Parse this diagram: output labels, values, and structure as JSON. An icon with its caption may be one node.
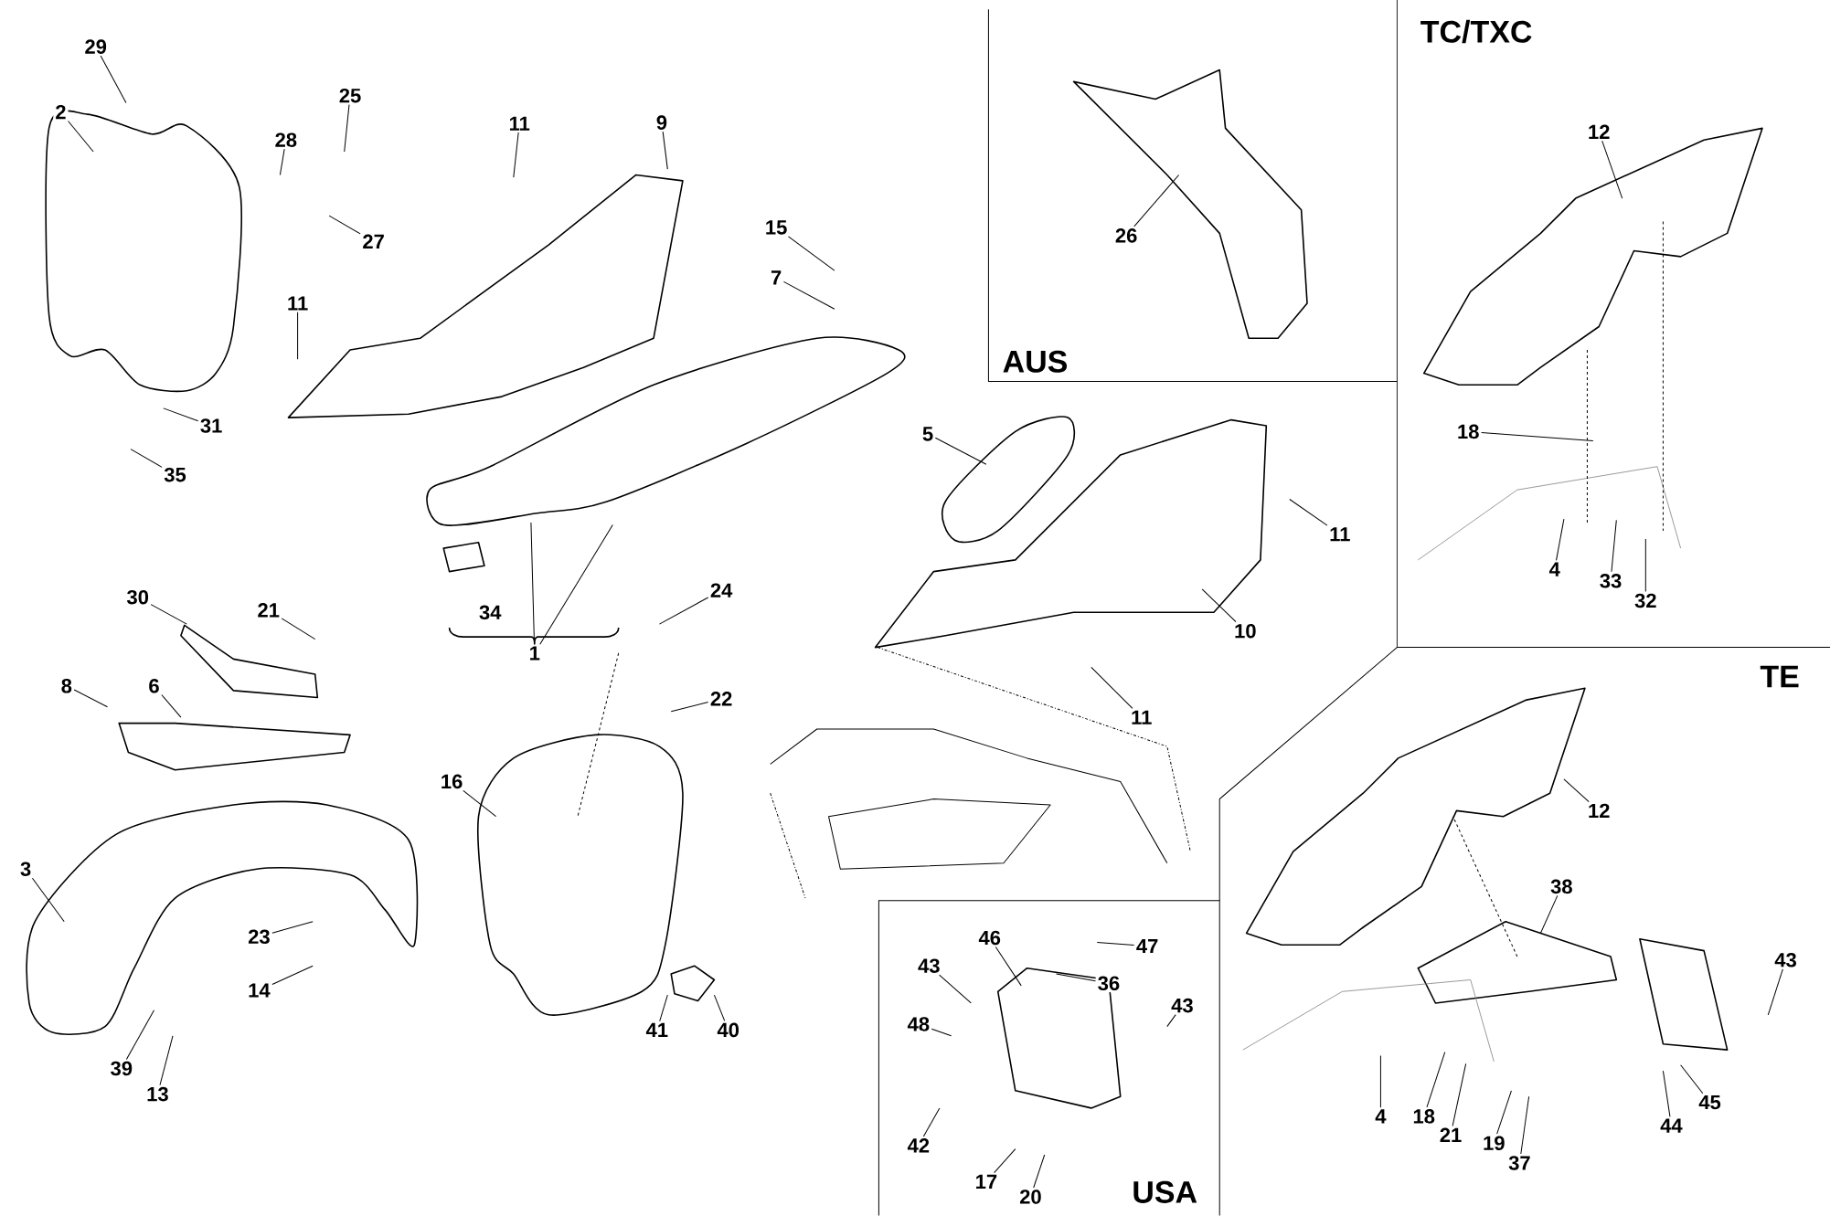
{
  "diagram": {
    "nodes": [
      {
        "text": [
          "29"
        ]
      },
      {
        "text": [
          "2"
        ]
      },
      {
        "text": [
          "25"
        ]
      },
      {
        "text": [
          "28"
        ]
      },
      {
        "text": [
          "27"
        ]
      },
      {
        "text": [
          "31"
        ]
      },
      {
        "text": [
          "35"
        ]
      },
      {
        "text": [
          "11"
        ]
      },
      {
        "text": [
          "9"
        ]
      },
      {
        "text": [
          "11"
        ]
      },
      {
        "text": [
          "15"
        ]
      },
      {
        "text": [
          "7"
        ]
      },
      {
        "text": [
          "1"
        ]
      },
      {
        "text": [
          "30"
        ]
      },
      {
        "text": [
          "21"
        ]
      },
      {
        "text": [
          "8"
        ]
      },
      {
        "text": [
          "6"
        ]
      },
      {
        "text": [
          "3"
        ]
      },
      {
        "text": [
          "23"
        ]
      },
      {
        "text": [
          "14"
        ]
      },
      {
        "text": [
          "39"
        ]
      },
      {
        "text": [
          "13"
        ]
      },
      {
        "text": [
          "24"
        ]
      },
      {
        "text": [
          "22"
        ]
      },
      {
        "text": [
          "16"
        ]
      },
      {
        "text": [
          "41"
        ]
      },
      {
        "text": [
          "40"
        ]
      },
      {
        "text": [
          "5"
        ]
      },
      {
        "text": [
          "11"
        ]
      },
      {
        "text": [
          "10"
        ]
      },
      {
        "text": [
          "11"
        ]
      },
      {
        "text": [
          "26"
        ]
      },
      {
        "text": [
          "12"
        ]
      },
      {
        "text": [
          "18"
        ]
      },
      {
        "text": [
          "4"
        ]
      },
      {
        "text": [
          "33"
        ]
      },
      {
        "text": [
          "32"
        ]
      },
      {
        "text": [
          "12"
        ]
      },
      {
        "text": [
          "38"
        ]
      },
      {
        "text": [
          "4"
        ]
      },
      {
        "text": [
          "18"
        ]
      },
      {
        "text": [
          "21"
        ]
      },
      {
        "text": [
          "19"
        ]
      },
      {
        "text": [
          "37"
        ]
      },
      {
        "text": [
          "44"
        ]
      },
      {
        "text": [
          "45"
        ]
      },
      {
        "text": [
          "43"
        ]
      },
      {
        "text": [
          "43"
        ]
      },
      {
        "text": [
          "46"
        ]
      },
      {
        "text": [
          "47"
        ]
      },
      {
        "text": [
          "36"
        ]
      },
      {
        "text": [
          "43"
        ]
      },
      {
        "text": [
          "48"
        ]
      },
      {
        "text": [
          "42"
        ]
      },
      {
        "text": [
          "17"
        ]
      },
      {
        "text": [
          "20"
        ]
      }
    ],
    "edges": [
      {
        "from": 0,
        "to": null,
        "arrow": "none"
      },
      {
        "from": 1,
        "to": null,
        "arrow": "none"
      },
      {
        "from": 2,
        "to": null,
        "arrow": "none"
      },
      {
        "from": 3,
        "to": null,
        "arrow": "none"
      },
      {
        "from": 4,
        "to": null,
        "arrow": "none"
      },
      {
        "from": 5,
        "to": null,
        "arrow": "none"
      },
      {
        "from": 6,
        "to": null,
        "arrow": "none"
      },
      {
        "from": 7,
        "to": null,
        "arrow": "none"
      },
      {
        "from": 8,
        "to": null,
        "arrow": "none"
      },
      {
        "from": 9,
        "to": null,
        "arrow": "none"
      },
      {
        "from": 10,
        "to": null,
        "arrow": "none"
      },
      {
        "from": 11,
        "to": null,
        "arrow": "none"
      },
      {
        "from": 12,
        "to": null,
        "arrow": "none"
      },
      {
        "from": 12,
        "to": null,
        "arrow": "none"
      },
      {
        "from": 13,
        "to": null,
        "arrow": "none"
      },
      {
        "from": 14,
        "to": null,
        "arrow": "none"
      },
      {
        "from": 15,
        "to": null,
        "arrow": "none"
      },
      {
        "from": 16,
        "to": null,
        "arrow": "none"
      },
      {
        "from": 17,
        "to": null,
        "arrow": "none"
      },
      {
        "from": 18,
        "to": null,
        "arrow": "none"
      },
      {
        "from": 19,
        "to": null,
        "arrow": "none"
      },
      {
        "from": 20,
        "to": null,
        "arrow": "none"
      },
      {
        "from": 21,
        "to": null,
        "arrow": "none"
      },
      {
        "from": 22,
        "to": null,
        "arrow": "none"
      },
      {
        "from": 23,
        "to": null,
        "arrow": "none"
      },
      {
        "from": 24,
        "to": null,
        "arrow": "none"
      },
      {
        "from": 25,
        "to": null,
        "arrow": "none"
      },
      {
        "from": 26,
        "to": null,
        "arrow": "none"
      },
      {
        "from": 27,
        "to": null,
        "arrow": "none"
      },
      {
        "from": 28,
        "to": null,
        "arrow": "none"
      },
      {
        "from": 29,
        "to": null,
        "arrow": "none"
      },
      {
        "from": 30,
        "to": null,
        "arrow": "none"
      },
      {
        "from": 31,
        "to": null,
        "arrow": "none"
      },
      {
        "from": 32,
        "to": null,
        "arrow": "none"
      },
      {
        "from": 33,
        "to": null,
        "arrow": "none"
      },
      {
        "from": 34,
        "to": null,
        "arrow": "none"
      },
      {
        "from": 35,
        "to": null,
        "arrow": "none"
      },
      {
        "from": 36,
        "to": null,
        "arrow": "none"
      },
      {
        "from": 37,
        "to": null,
        "arrow": "none"
      },
      {
        "from": 38,
        "to": null,
        "arrow": "none"
      },
      {
        "from": 39,
        "to": null,
        "arrow": "none"
      },
      {
        "from": 40,
        "to": null,
        "arrow": "none"
      },
      {
        "from": 41,
        "to": null,
        "arrow": "none"
      },
      {
        "from": 42,
        "to": null,
        "arrow": "none"
      },
      {
        "from": 43,
        "to": null,
        "arrow": "none"
      },
      {
        "from": 44,
        "to": null,
        "arrow": "none"
      },
      {
        "from": 45,
        "to": null,
        "arrow": "none"
      },
      {
        "from": 46,
        "to": null,
        "arrow": "none"
      },
      {
        "from": 47,
        "to": null,
        "arrow": "none"
      },
      {
        "from": 48,
        "to": null,
        "arrow": "none"
      },
      {
        "from": 49,
        "to": null,
        "arrow": "none"
      },
      {
        "from": 50,
        "to": null,
        "arrow": "none"
      },
      {
        "from": 51,
        "to": null,
        "arrow": "none"
      },
      {
        "from": 52,
        "to": null,
        "arrow": "none"
      },
      {
        "from": 53,
        "to": null,
        "arrow": "none"
      },
      {
        "from": 54,
        "to": null,
        "arrow": "none"
      },
      {
        "from": 55,
        "to": null,
        "arrow": "none"
      }
    ],
    "labels": [
      "TC/TXC",
      "AUS",
      "34",
      "TE",
      "USA"
    ]
  }
}
